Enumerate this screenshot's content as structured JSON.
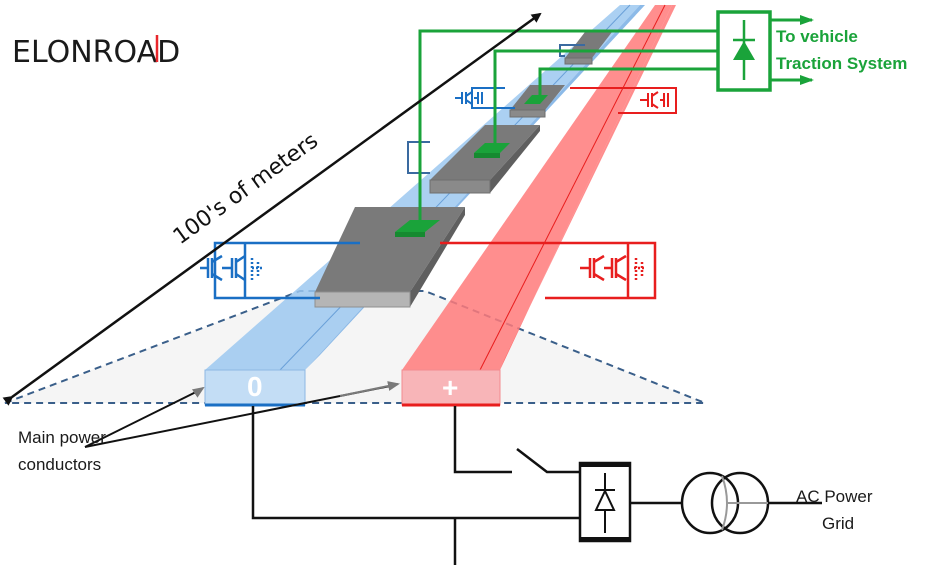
{
  "logo": {
    "text": "ELONROAD",
    "accent_color": "#e8262b"
  },
  "labels": {
    "distance": "100's of meters",
    "traction_line1": "To vehicle",
    "traction_line2": "Traction System",
    "main_conductors_line1": "Main power",
    "main_conductors_line2": "conductors",
    "ac_grid_line1": "AC Power",
    "ac_grid_line2": "Grid",
    "conductor_neutral_symbol": "0",
    "conductor_positive_symbol": "+"
  },
  "colors": {
    "neutral_rail": "#9cc8f0",
    "neutral_rail_light": "#c3ddf5",
    "positive_rail": "#ff7a7a",
    "positive_rail_light": "#f8b5b8",
    "segment": "#7a7a7a",
    "segment_front": "#b5b5b5",
    "pickup": "#1aa33a",
    "blue_switch": "#1a6fc4",
    "red_switch": "#e81e1e",
    "ground_plane": "#f5f5f5",
    "dashed_outline": "#3a5f8a",
    "wiring": "#111111"
  },
  "components": [
    {
      "name": "Onboard rectifier",
      "kind": "diode-box"
    },
    {
      "name": "Grid rectifier",
      "kind": "diode-box"
    },
    {
      "name": "Transformer",
      "kind": "two-winding"
    },
    {
      "name": "Main switch",
      "kind": "switch"
    }
  ]
}
